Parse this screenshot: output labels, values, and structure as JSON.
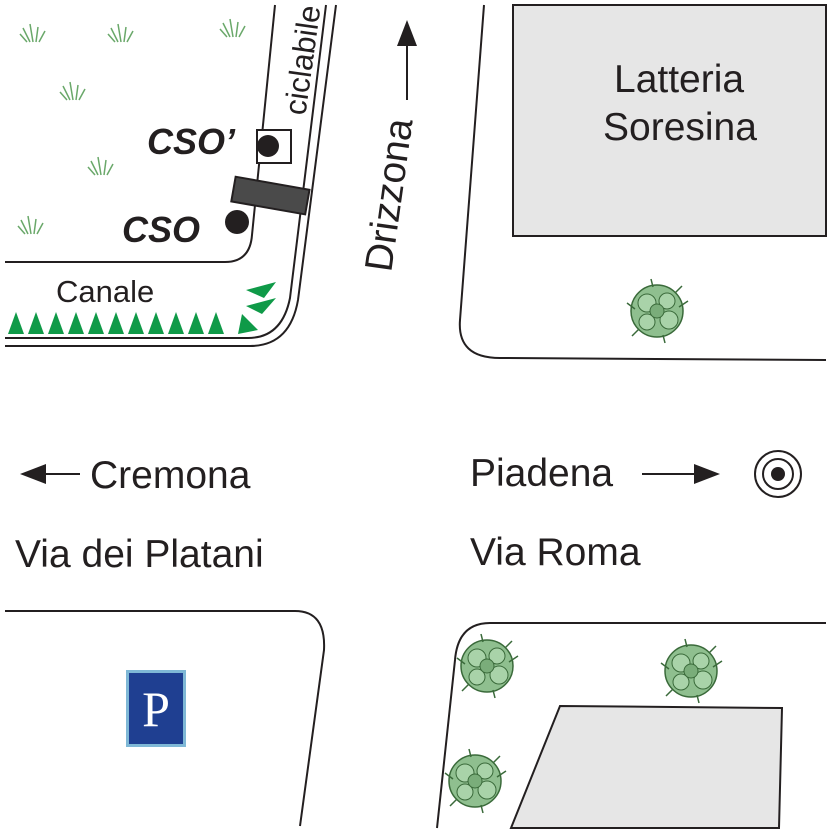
{
  "labels": {
    "latteria_line1": "Latteria",
    "latteria_line2": "Soresina",
    "ciclabile": "ciclabile",
    "drizzona": "Drizzona",
    "cso_prime": "CSO’",
    "cso": "CSO",
    "canale": "Canale",
    "cremona": "Cremona",
    "piadena": "Piadena",
    "via_platani": "Via dei Platani",
    "via_roma": "Via Roma"
  },
  "parking": {
    "symbol": "P",
    "icon": "parking-sign-icon"
  },
  "icons": {
    "trees": "tree-icon",
    "grass": "grass-tuft-icon",
    "reeds": "reed-icon",
    "target": "target-icon"
  },
  "colors": {
    "outline": "#231f20",
    "building_fill": "#e6e6e6",
    "reed_green": "#0f9a48",
    "tree_green": "#8fbf8f",
    "parking_blue": "#1f3f91",
    "parking_border": "#7fb8d6",
    "structure_dark": "#4a4a4a"
  }
}
